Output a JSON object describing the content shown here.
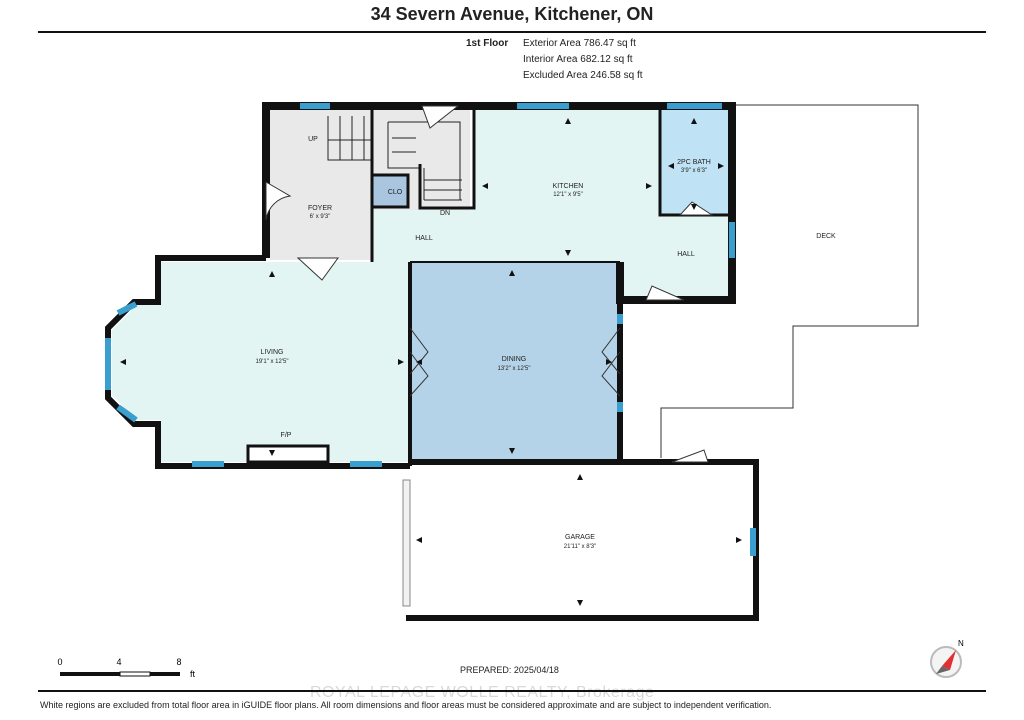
{
  "header": {
    "title": "34 Severn Avenue, Kitchener, ON",
    "floor": "1st Floor",
    "exterior_area": "Exterior Area 786.47 sq ft",
    "interior_area": "Interior Area 682.12 sq ft",
    "excluded_area": "Excluded Area 246.58 sq ft"
  },
  "rooms": {
    "foyer": {
      "name": "FOYER",
      "dims": "6' x 9'3\""
    },
    "up": "UP",
    "clo": "CLO",
    "dn": "DN",
    "kitchen": {
      "name": "KITCHEN",
      "dims": "12'1\" x 9'5\""
    },
    "bath": {
      "name": "2PC BATH",
      "dims": "3'9\" x 6'3\""
    },
    "hall1": "HALL",
    "hall2": "HALL",
    "deck": "DECK",
    "living": {
      "name": "LIVING",
      "dims": "19'1\" x 12'5\""
    },
    "dining": {
      "name": "DINING",
      "dims": "13'2\" x 12'5\""
    },
    "fp": "F/P",
    "garage": {
      "name": "GARAGE",
      "dims": "21'11\" x 8'3\""
    }
  },
  "scale": {
    "labels": [
      "0",
      "4",
      "8"
    ],
    "unit": "ft"
  },
  "compass": "N",
  "prepared": "PREPARED: 2025/04/18",
  "watermark": "ROYAL LEPAGE WOLLE REALTY, Brokerage",
  "footer": "White regions are excluded from total floor area in iGUIDE floor plans. All room dimensions and floor areas must be considered approximate and are subject to independent verification.",
  "colors": {
    "wall": "#111111",
    "window": "#3a9fcf",
    "foyer_fill": "#e9e9e9",
    "light_fill": "#e3f5f3",
    "dining_fill": "#b5d3e8",
    "bath_fill": "#bfe3f5",
    "closet_fill": "#a9c5e0"
  }
}
